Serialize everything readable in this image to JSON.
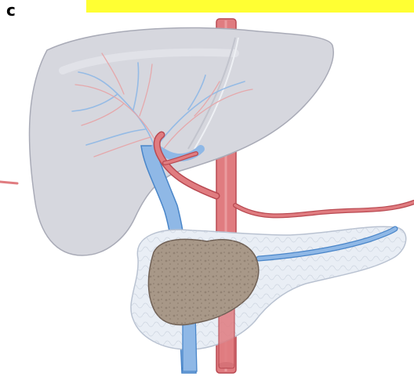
{
  "panel": {
    "label": "c"
  },
  "colors": {
    "highlight": "#ffff33",
    "liver_fill": "#d6d7de",
    "liver_edge": "#a9abb7",
    "artery": "#e07c80",
    "artery_dark": "#b94a52",
    "vein": "#8fb8e6",
    "vein_dark": "#4a86c9",
    "pancreas_fill": "#e9eef5",
    "pancreas_edge": "#b9c2d1",
    "tumor_fill": "#a89888",
    "tumor_edge": "#6f6055"
  },
  "structures": [
    {
      "id": "liver",
      "icon": "liver-icon"
    },
    {
      "id": "aorta",
      "icon": "aorta-icon"
    },
    {
      "id": "portal-vein",
      "icon": "portal-vein-icon"
    },
    {
      "id": "hepatic-artery",
      "icon": "hepatic-artery-icon"
    },
    {
      "id": "splenic-artery",
      "icon": "splenic-artery-icon"
    },
    {
      "id": "pancreas",
      "icon": "pancreas-icon"
    },
    {
      "id": "tumor",
      "icon": "tumor-icon"
    }
  ]
}
